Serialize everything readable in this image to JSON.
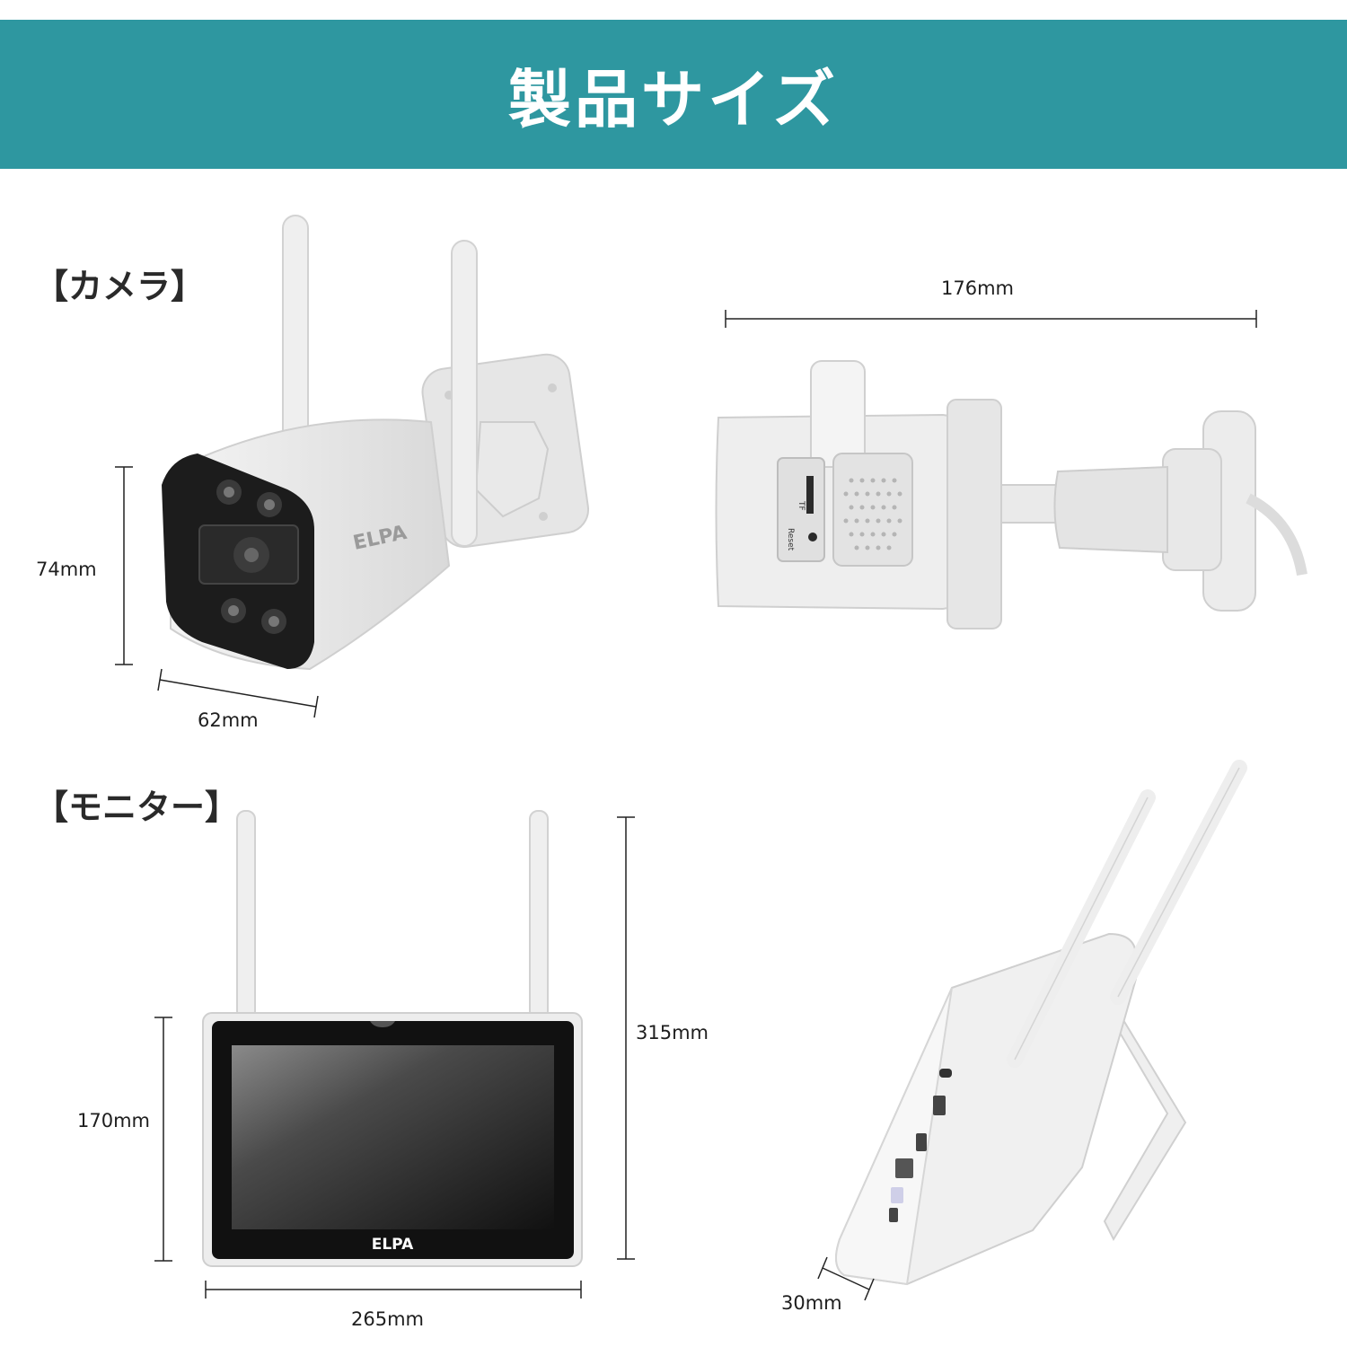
{
  "banner": {
    "title": "製品サイズ",
    "color": "#2e97a0"
  },
  "camera": {
    "section_label": "【カメラ】",
    "brand": "ELPA",
    "port_labels": {
      "tf": "TF",
      "reset": "Reset"
    },
    "dimensions": {
      "height": "74mm",
      "depth": "62mm",
      "length": "176mm"
    }
  },
  "monitor": {
    "section_label": "【モニター】",
    "brand": "ELPA",
    "dimensions": {
      "height_total": "315mm",
      "height_body": "170mm",
      "width": "265mm",
      "thickness": "30mm"
    }
  }
}
